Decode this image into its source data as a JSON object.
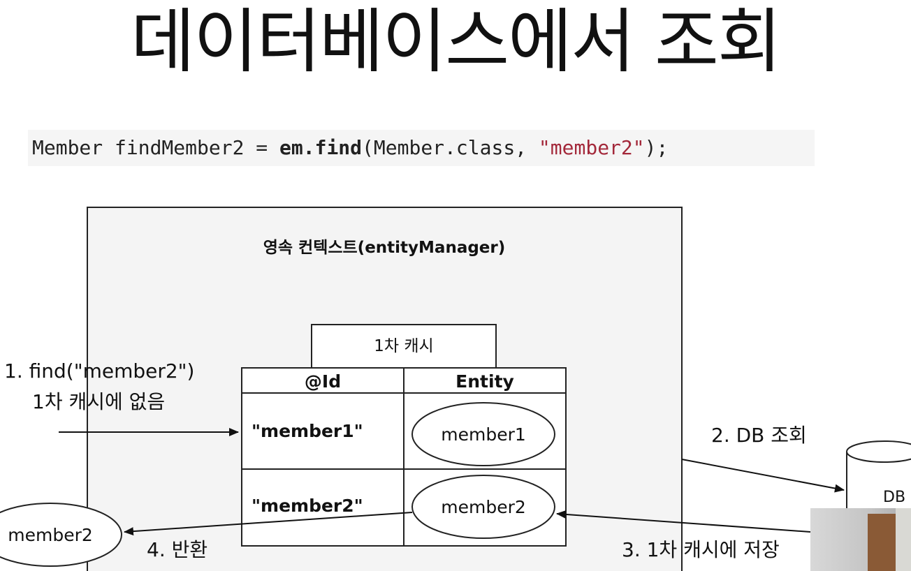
{
  "title": "데이터베이스에서 조회",
  "code": {
    "prefix": "Member findMember2 = ",
    "method": "em.find",
    "args_prefix": "(Member.class, ",
    "string_arg": "\"member2\"",
    "suffix": ");"
  },
  "diagram": {
    "context_label": "영속 컨텍스트(entityManager)",
    "cache_label": "1차 캐시",
    "table": {
      "headers": [
        "@Id",
        "Entity"
      ],
      "rows": [
        {
          "id": "\"member1\"",
          "entity": "member1"
        },
        {
          "id": "\"member2\"",
          "entity": "member2"
        }
      ]
    },
    "step1_line1": "1. find(\"member2\")",
    "step1_line2": "1차 캐시에 없음",
    "step2": "2. DB 조회",
    "step3": "3. 1차 캐시에 저장",
    "step4": "4. 반환",
    "db_label": "DB",
    "returned_entity": "member2"
  }
}
